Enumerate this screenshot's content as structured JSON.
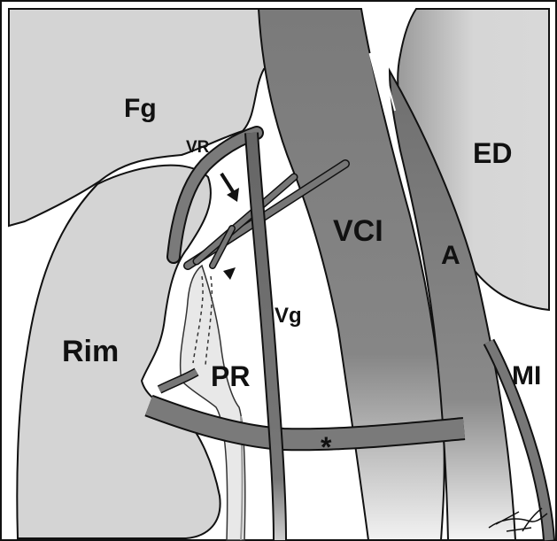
{
  "labels": {
    "fg": "Fg",
    "vr": "VR",
    "ed": "ED",
    "vci": "VCI",
    "a": "A",
    "rim": "Rim",
    "pr": "PR",
    "vg": "Vg",
    "mi": "MI",
    "star": "*"
  },
  "colors": {
    "organ_fill": "#d4d4d4",
    "vessel_dark": "#6e6e6e",
    "vessel_mid": "#8a8a8a",
    "ureter_fill": "#e8e8e8",
    "outline": "#111111"
  }
}
